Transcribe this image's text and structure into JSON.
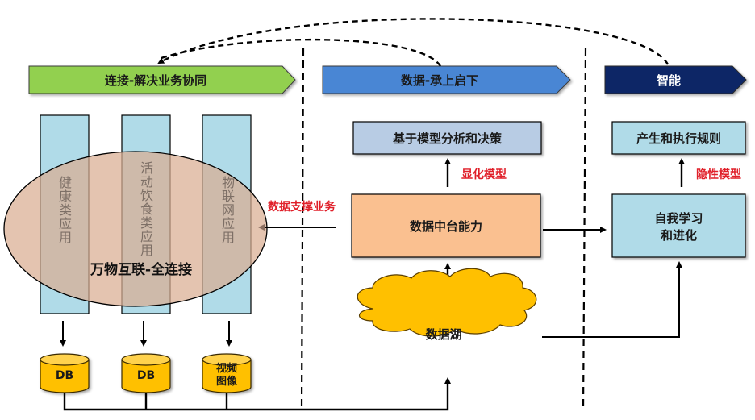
{
  "banners": {
    "connect": {
      "label": "连接-解决业务协同",
      "color": "#92d050"
    },
    "data": {
      "label": "数据-承上启下",
      "color": "#4a86d4"
    },
    "intelligence": {
      "label": "智能",
      "color": "#0d2766"
    }
  },
  "apps": [
    {
      "label": "健康类应用"
    },
    {
      "label": "活动饮食类应用"
    },
    {
      "label": "物联网应用"
    }
  ],
  "ellipse": {
    "label": "万物互联-全连接"
  },
  "databases": [
    {
      "label": "DB"
    },
    {
      "label": "DB"
    },
    {
      "label": "视频\n图像"
    }
  ],
  "data_column": {
    "decision_box": "基于模型分析和决策",
    "explicit_model_label": "显化模型",
    "middle_platform_box": "数据中台能力",
    "data_lake": "数据湖",
    "support_label": "数据支撑业务"
  },
  "intel_column": {
    "rules_box": "产生和执行规则",
    "implicit_model_label": "隐性模型",
    "learning_box_line1": "自我学习",
    "learning_box_line2": "和进化"
  },
  "colors": {
    "app_column": "#b0dbe8",
    "ellipse_fill": "#dcb8a0",
    "db_fill": "#ffc000",
    "decision_box": "#b8cce4",
    "middle_platform": "#fac090",
    "intel_box": "#b0dbe8",
    "highlight_red": "#e0202a"
  }
}
